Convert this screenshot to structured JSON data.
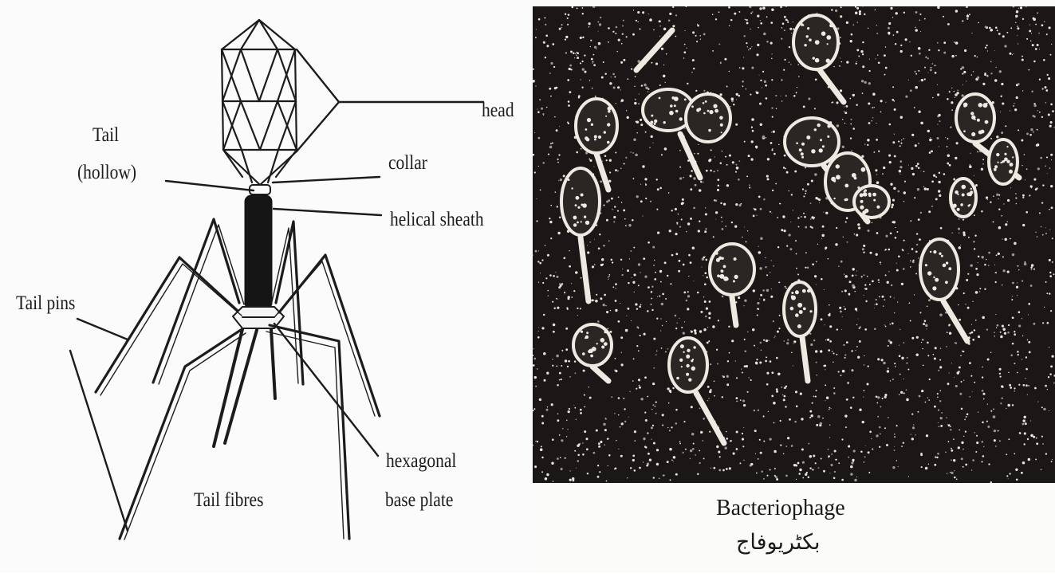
{
  "diagram": {
    "labels": {
      "head": "head",
      "tail_line1": "Tail",
      "tail_line2": "(hollow)",
      "collar": "collar",
      "helical_sheath": "helical sheath",
      "tail_pins": "Tail pins",
      "tail_fibres": "Tail fibres",
      "base_plate_line1": "hexagonal",
      "base_plate_line2": "base plate"
    }
  },
  "micrograph": {
    "caption_en": "Bacteriophage",
    "caption_urdu": "بکٹریوفاج"
  },
  "colors": {
    "ink": "#1c1c1c",
    "micrograph_background": "#1a1716",
    "particle": "#eeeae2"
  }
}
